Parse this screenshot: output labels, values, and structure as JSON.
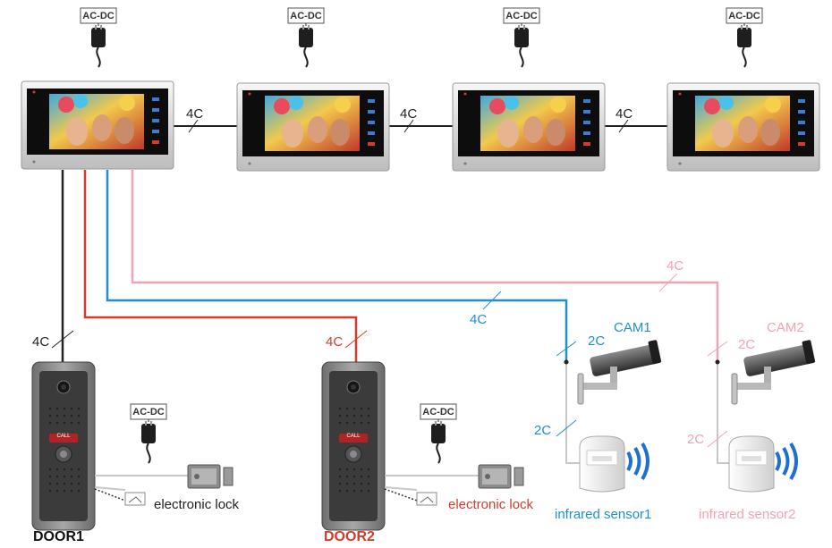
{
  "labels": {
    "power": "AC-DC",
    "cable_4c": "4C",
    "cable_2c": "2C",
    "cam1": "CAM1",
    "cam2": "CAM2",
    "sensor1": "infrared sensor1",
    "sensor2": "infrared sensor2",
    "door1": "DOOR1",
    "door2": "DOOR2",
    "lock": "electronic lock",
    "call": "CALL"
  },
  "colors": {
    "black_wire": "#222222",
    "red_wire": "#d63b2a",
    "blue_wire": "#1f8fd0",
    "pink_wire": "#f0a3b4",
    "gray_wire": "#c8c8c8",
    "cam1_text": "#1f8fd0",
    "cam2_text": "#f0a3b4",
    "door2_text": "#d63b2a"
  }
}
